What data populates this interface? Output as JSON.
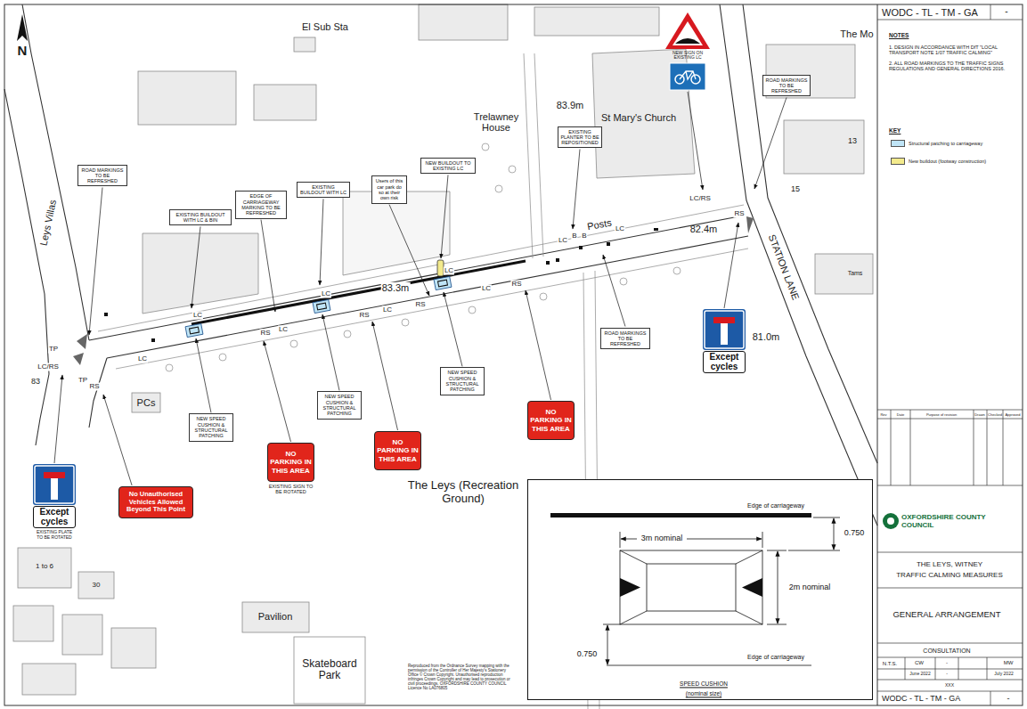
{
  "diagram": {
    "nodes": [
      {
        "text": [
          "ROAD MARKINGS TO BE REFRESHED"
        ]
      },
      {
        "text": [
          "EXISTING BUILDOUT WITH LC & BIN"
        ]
      },
      {
        "text": [
          "EDGE OF CARRIAGEWAY MARKING TO BE REFRESHED"
        ]
      },
      {
        "text": [
          "EXISTING BUILDOUT WITH LC"
        ]
      },
      {
        "text": [
          "Users of this car park do so at their own risk"
        ]
      },
      {
        "text": [
          "NEW BUILDOUT TO EXISTING LC"
        ]
      },
      {
        "text": [
          "EXISTING PLANTER TO BE REPOSITIONED"
        ]
      },
      {
        "text": [
          "ROAD MARKINGS TO BE REFRESHED"
        ]
      },
      {
        "text": [
          "NEW SPEED CUSHION & STRUCTURAL PATCHING"
        ]
      },
      {
        "text": [
          "NEW SPEED CUSHION & STRUCTURAL PATCHING"
        ]
      },
      {
        "text": [
          "NEW SPEED CUSHION & STRUCTURAL PATCHING"
        ]
      },
      {
        "text": [
          "ROAD MARKINGS TO BE REFRESHED"
        ]
      },
      {
        "text": [
          "NO PARKING IN THIS AREA",
          "EXISTING SIGN TO BE ROTATED"
        ]
      },
      {
        "text": [
          "NO PARKING IN THIS AREA"
        ]
      },
      {
        "text": [
          "NO PARKING IN THIS AREA"
        ]
      },
      {
        "text": [
          "No Unauthorised Vehicles Allowed Beyond This Point"
        ]
      },
      {
        "text": [
          "Except cycles",
          "EXISTING PLATE TO BE ROTATED"
        ]
      },
      {
        "text": [
          "Except cycles"
        ]
      },
      {
        "text": [
          "Edge of carriageway",
          "3m nominal",
          "2m nominal",
          "0.750",
          "0.750",
          "Edge of carriageway",
          "SPEED CUSHION",
          "(nominal size)"
        ]
      }
    ],
    "labels": [
      "N",
      "El Sub Sta",
      "The Mo",
      "Trelawney House",
      "83.9m",
      "St Mary's Church",
      "Posts",
      "82.4m",
      "STATION LANE",
      "15",
      "13",
      "Tams",
      "81.0m",
      "83.3m",
      "Leys Villas",
      "PCs",
      "The Leys (Recreation Ground)",
      "Pavilion",
      "Skateboard Park",
      "1 to 6",
      "30",
      "83",
      "TP",
      "LC/RS",
      "TP",
      "RS",
      "LC",
      "LC",
      "RS",
      "LC",
      "LC",
      "RS",
      "LC",
      "RS",
      "LC",
      "LC",
      "RS",
      "LC",
      "B",
      "B",
      "LC",
      "LC/RS",
      "RS",
      "NEW SIGN ON EXISTING LC",
      "Reproduced from the Ordnance Survey mapping with the permission of the Controller of Her Majesty's Stationery Office © Crown Copyright. Unauthorised reproduction infringes Crown Copyright and may lead to prosecution or civil proceedings. OXFORDSHIRE COUNTY COUNCIL Licence No LA076805",
      "WODC - TL - TM - GA",
      "-",
      "NOTES",
      "1. DESIGN IN ACCORDANCE WITH DfT \"LOCAL TRANSPORT NOTE 1/07 TRAFFIC CALMING\"",
      "2. ALL ROAD MARKINGS TO THE TRAFFIC SIGNS REGULATIONS AND GENERAL DIRECTIONS 2016.",
      "KEY",
      "Rev",
      "Date",
      "Purpose of revision",
      "Drawn",
      "Checked",
      "Approved",
      "OXFORDSHIRE COUNTY COUNCIL",
      "THE LEYS, WITNEY",
      "TRAFFIC CALMING MEASURES",
      "GENERAL ARRANGEMENT",
      "CONSULTATION",
      "N.T.S.",
      "CW",
      "-",
      "MW",
      "June 2022",
      "-",
      "July 2022",
      "XXX",
      "WODC - TL - TM - GA",
      "-"
    ],
    "legend": [
      {
        "text": "Structural patching to carriageway",
        "color": "#bfe4f6"
      },
      {
        "text": "New buildout (footway construction)",
        "color": "#f3ea8c"
      }
    ]
  }
}
